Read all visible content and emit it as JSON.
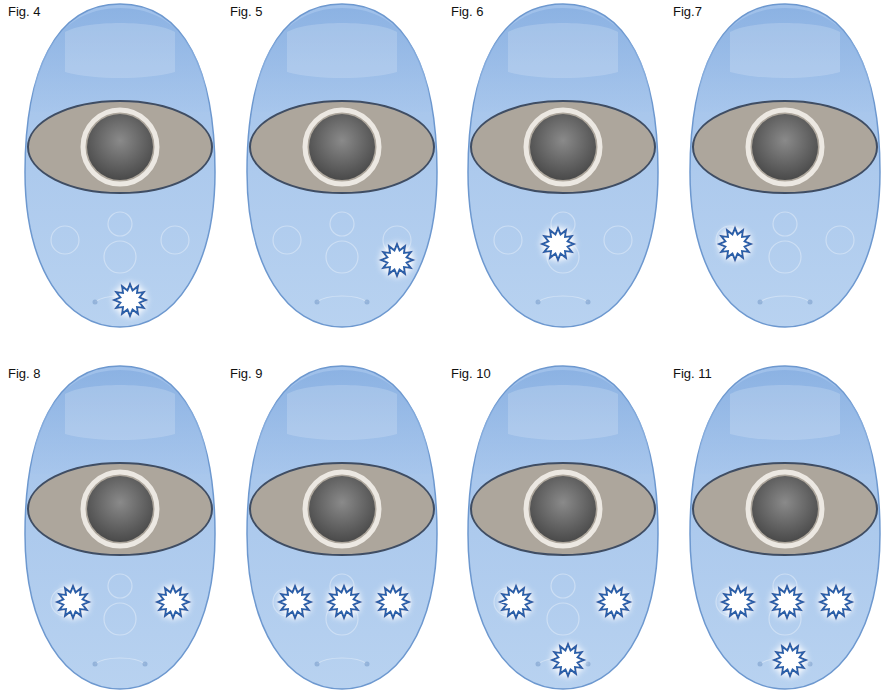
{
  "diagram": {
    "labels": [
      "Fig. 4",
      "Fig. 5",
      "Fig. 6",
      "Fig.7",
      "Fig. 8",
      "Fig. 9",
      "Fig. 10",
      "Fig. 11"
    ]
  }
}
